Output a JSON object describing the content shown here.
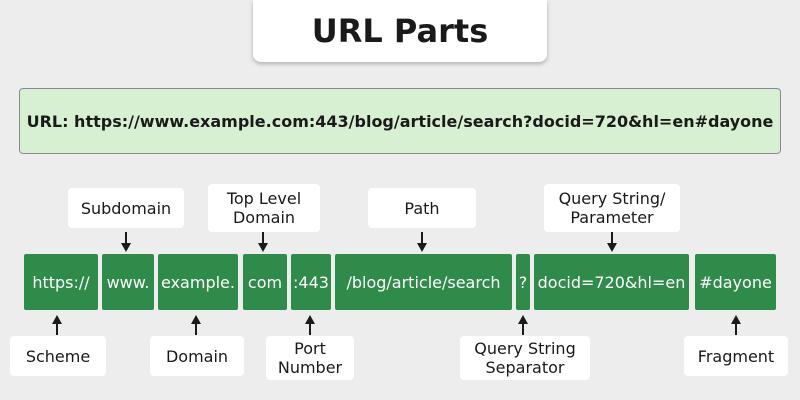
{
  "title": "URL Parts",
  "url_line": "URL: https://www.example.com:443/blog/article/search?docid=720&hl=en#dayone",
  "segments": [
    {
      "text": "https://"
    },
    {
      "text": "www."
    },
    {
      "text": "example."
    },
    {
      "text": "com"
    },
    {
      "text": ":443"
    },
    {
      "text": "/blog/article/search"
    },
    {
      "text": "?"
    },
    {
      "text": "docid=720&hl=en"
    },
    {
      "text": "#dayone"
    }
  ],
  "labels": {
    "subdomain": "Subdomain",
    "top_level_domain": "Top Level Domain",
    "path": "Path",
    "query_string_parameter": "Query String/ Parameter",
    "scheme": "Scheme",
    "domain": "Domain",
    "port_number": "Port Number",
    "query_string_separator": "Query String Separator",
    "fragment": "Fragment"
  },
  "colors": {
    "segment_fill": "#2e8b4a",
    "url_box_fill": "#d8f0d2",
    "background": "#ededed"
  }
}
